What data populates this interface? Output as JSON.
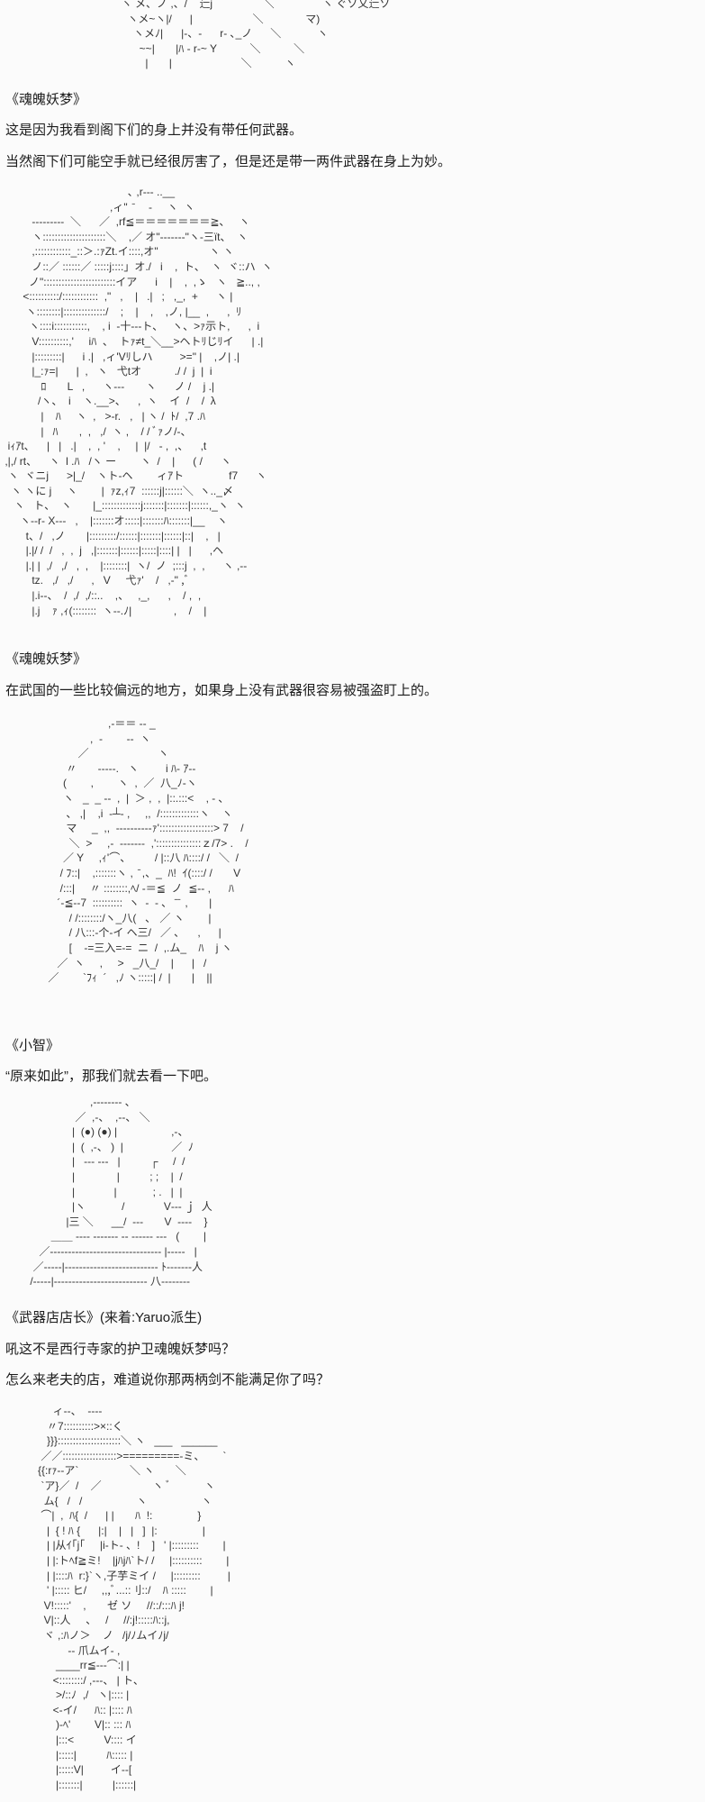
{
  "art": {
    "aa0": "  ヽ メ、ノ ,、/    辷j                 ＼                ヽ ぐソ乂辷ソ\n    ヽメ~ヽ|/      |                    ＼              マ)\n      ヽメﾉ|      |-、-      r‐ ､_ノ      ＼            ヽ\n        ~~|       |ﾊ ‐ r‐~ Y           ＼           ＼\n          |       |                       ＼           ヽ",
    "aa1": "                                          ､ ,r‐‐- ..__\n                                    ,ィ\"  ̄     ‐     ヽ  ヽ\n          ‐‐‐‐‐‐‐‐‐  ＼      ／  ,rf≦＝＝＝＝＝＝＝≧、   ヽ\n          ヽ:::::::::::::::::::::＼    ,／ オ\"‐‐‐‐‐‐‐\"ヽ‐三ït、  ヽ\n          ,::::::::::::_::＞.:ｧZt.イ::::,オ\"                 ヽ ヽ\n          ノ::／ ::::::／ :::::j::::」オ./   i    ,  ト、  ヽ  ヾ::ハ  ヽ\n         ノ\"::::::::::::::::::::::::イア      i    |    ,  ,ゝ   ヽ   ≧.., ,\n       <::::::::::/::::::::::::  ,\"   ,    |   .|   ;   ,_,  +      ヽ |\n        ヽ::::::::|::::::::::::::/    ;    |    ,    ,ノ, |__  ,      ,  ﾘ\n         ヽ::::i:::::::::::,    , i  -十‐‐‐ト、   ヽ、>ｧ示ト,      ,  i\n          V::::::::::,'     iﾊ  、  トｧ≠t_＼__>ヘトﾘじﾘイ      | .|\n          |:::::::::|      i .|   ,ィ'Vﾘしハ         >=\" |    ,ノ| .|\n          |_:ｧ=|      |  ,   ヽ   弋tオ           ./ /  j  |  i\n             ﾛ       L   ,      ヽ‐‐‐       ヽ      ノ /    j .|\n            /ヽ、  i    ヽ.__>、    ,  ヽ    イ  /    /  λ\n             |    ﾊ     ヽ  ,   >‐r.   ,   | ヽ /  ﾄ/  ,7 .ﾊ\n             |   ﾊ       ,  ,   ,/  ヽ ,    / / ﾞｧノ/‐、\n  iｨｱt、    |   |   .|    ,  , '    ,     |  |/   ‐ ,  ,、    ,t\n ,|,/ rt、    ヽ  l .ﾊ   /ヽ ー        ヽ  /    |      ( /      ヽ\n  ヽ  ヾニj      >|_/    ヽト-ヘ        ィｱト               f7      ヽ\n   ヽ ヽに j     ヽ        |  ｧz,ｨ7  ::::::j|::::::＼  ヽ.._〆\n    ヽ   ト、  ヽ       |_:::::::::::::j:::::::|:::::::|::::::,_ヽ  ヽ\n      ヽ‐‐r‐ X‐‐-   ,    |:::::::オ:::::|:::::::ﾊ:::::::|__    ヽ\n        t、/   ,ノ       |:::::::::/::::::|:::::::|::::::|::|    ,   |\n        |.|/ /  /   ,  ,  j   ,|:::::::|::::::|:::::|::::| |   |      ,ヘ\n        |.| |  ,/   ,/   ,  ,    |::::::::|  ヽ/  ノ  ;:::j  ,  ,      ヽ ,‐-\n          tz.   ,/   ,/      ,   V     弋ｧ'    /   ,‐\" ,ﾞ\n          |.i‐-、  /  ,/  ,/::..    ,、   ,_,      ,    / ,  ,\n          |.j    ｧ ,ｨ(::::::::  ヽ‐-.ﾉ|              ,    /    |",
    "aa2": "                           ,‐＝＝ ‐‐ _\n                     ,  ‐        ‐‐  ヽ\n                 ／                       ヽ\n             〃       ‐‐‐‐-.   ヽ         i ﾊ‐ ｱ‐-\n            (        ,        ヽ  ,  ／  八_ﾉ‐ヽ\n            ヽ   _  _ ‐-  ,  |  ＞ ,  ,  |::.:::<    , ‐ ､\n             、 ,|    ,i  ‐┴‐ ,     ,,  /:::::::::::::ヽ    ヽ\n             マ     _  ,,  ‐‐‐‐‐‐‐‐‐‐ｧ'::::::::::::::::::> 7    /\n              ＼  >     ,‐  ‐-‐‐‐‐‐  ,':::::::::::::::ｚ/7> .    /\n            ／ Y     ,ｨ'⌒、        / |::八 ﾊ::::/ /   ＼  /\n           / ﾌ::|    ,:::::::ヽ ,  ̄ ,、_  ﾊ!  ｲ(::::/ /       V\n           /:::|     〃 ::::::::,ﾍ/ ‐＝≦  ノ  ≦‐‐ ,      ﾊ\n          ´‐≦‐‐7  ::::::::::  ヽ  ‐  ‐ ､   ̄ ̄  ,       |\n              / /::::::::/ヽ_八(   ､   ／ ヽ        |\n              / 八:::‐个‐イ ヘ三/   ／ ､      ,      |\n              [    ‐=三入=‐=  ニ  /  ,.ム_    ﾊ    j ヽ\n          ／  ヽ     ,     >   _八_/    |      |   /\n       ／        `ﾌｨ  ´   ,ﾉ ヽ:::::| /  |       |    ||",
    "aa3": "                           ,‐‐‐‐‐‐‐‐ 、\n                      ／  ,‐、  ,‐‐、 ＼\n                     |  (●) (●) |                  ,‐、\n                     |  (  ,‐、 )  |                ／  ﾉ\n                     |   ‐‐‐ ‐‐‐   |          ┌     /  /\n                     |              |          ; ;    |  /\n                     |             |            ; .   |  |\n                     |ヽ            /             V‐‐‐ ｊ  人\n                   |三 ＼      __/  ‐‐‐       V  ‐‐‐‐    }\n              ＿＿ ‐‐‐‐ ‐‐‐‐‐‐‐ ‐‐ ‐‐‐‐‐‐ ‐‐‐   (        |\n          ／‐‐‐‐‐‐‐‐‐‐‐‐‐‐‐‐‐‐‐‐‐‐‐‐‐‐‐‐‐‐‐ |‐‐‐‐‐   |\n        ／‐‐‐‐‐|‐‐‐‐‐‐‐‐‐‐‐‐‐‐‐‐‐‐‐‐‐‐‐‐‐‐ ﾄ‐‐‐‐‐‐‐人\n       /‐‐‐‐‐|‐‐‐‐‐‐‐‐‐‐‐‐‐‐‐‐‐‐‐‐‐‐‐‐‐‐ 八‐‐‐‐‐‐‐‐",
    "aa4": "              ィ‐‐、  ‐‐‐‐\n            〃7::::::::::>×::く\n            }}}:::::::::::::::::::::＼ ヽ   ___   ______\n          ／／::::::::::::::::::>=========‐ミ、      `\n         {{:rｧ‐‐ア`                 ＼ ヽ       ＼\n          `ア}／  /    ／                 ヽ ﾞ           ヽ\n           ム{   /   /                  ヽ                  ヽ\n          ⌒|  ,  ﾊ{  /      | |       ﾊ  !:               }\n            |  { ! ﾊ {      |:|    |   |   ]  |:               |\n            | |从ｲ｢j｢     |i-ト- 、!    ]   ' |:::::::::        |\n            | |:トﾍf≧ミ!    |jﾊjﾊ`ト/ /     |::::::::::        |\n            | |::::ﾊ  r:}`ヽ,子芋ミイ /     |:::::::::         |\n            ' |::::: ヒ/     ,,,ﾞ...::刂::/    ﾊ :::::        |\n           V!:::::'    ,       ゼ ソ     //::/:::ﾊ j!\n           V|::人     、   /     //:j!:::::ﾊ::j,\n           ヾ ,:ﾊノ＞    ノ   /j/ﾉムイﾉj/\n                   ‐‐ 爪ムイ‐ ,\n               ____rr≦‐‐‐⌒:| |\n              <::::::::/ ,‐‐‐、 | ト、\n               >/::ﾉ  ,/   ヽ|:::: |\n              <‐イ/      ﾊ:: |:::: ﾊ\n               )‐ﾍ'        V|:: ::: ﾊ\n               |:::<          V:::: イ\n               |:::::|          ﾊ::::: |\n               |:::::V|         イ‐‐[\n               |:::::::|          |::::::|"
  },
  "text": {
    "speaker1": "《魂魄妖梦》",
    "line1": "这是因为我看到阁下们的身上并没有带任何武器。",
    "line2": "当然阁下们可能空手就已经很厉害了，但是还是带一两件武器在身上为妙。",
    "speaker2": "《魂魄妖梦》",
    "line3": "在武国的一些比较偏远的地方，如果身上没有武器很容易被强盗盯上的。",
    "speaker3": "《小智》",
    "line4": "“原来如此”，那我们就去看一下吧。",
    "speaker4": "《武器店店长》(来着:Yaruo派生)",
    "line5": "吼这不是西行寺家的护卫魂魄妖梦吗？",
    "line6": "怎么来老夫的店，难道说你那两柄剑不能满足你了吗？"
  }
}
